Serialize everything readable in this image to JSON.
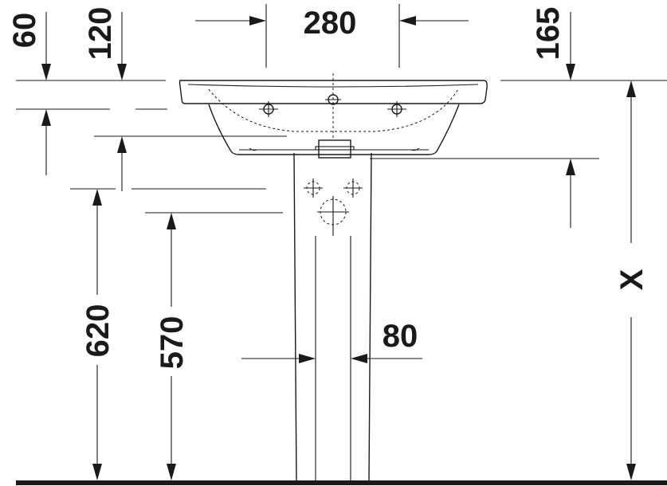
{
  "dimensions": {
    "d60": "60",
    "d120": "120",
    "d280": "280",
    "d165": "165",
    "d620": "620",
    "d570": "570",
    "d80": "80",
    "dx": "X"
  }
}
